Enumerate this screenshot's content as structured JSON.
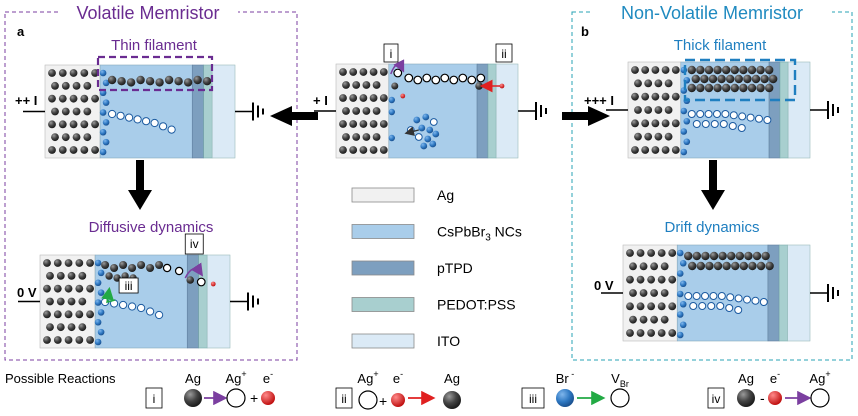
{
  "panel_a": {
    "title": "Volatile Memristor",
    "letter": "a",
    "top_label": "Thin filament",
    "top_bias": "++ I",
    "bottom_label": "Diffusive dynamics",
    "bottom_bias": "0 V",
    "markers": [
      "iii",
      "iv"
    ]
  },
  "center": {
    "bias": "+ I",
    "markers": [
      "i",
      "ii"
    ]
  },
  "panel_b": {
    "title": "Non-Volatile Memristor",
    "letter": "b",
    "top_label": "Thick filament",
    "top_bias": "+++ I",
    "bottom_label": "Drift dynamics",
    "bottom_bias": "0 V"
  },
  "legend": [
    {
      "label": "Ag",
      "color": "#f1f1f1"
    },
    {
      "label": "CsPbBr",
      "sub": "3",
      "suffix": " NCs",
      "color": "#a9cdea"
    },
    {
      "label": "pTPD",
      "color": "#7d9fbf"
    },
    {
      "label": "PEDOT:PSS",
      "color": "#a8cfcf"
    },
    {
      "label": "ITO",
      "color": "#dbeaf6"
    }
  ],
  "reactions": {
    "title": "Possible Reactions",
    "items": [
      {
        "id": "i",
        "lhs": "Ag",
        "rhs": "Ag",
        "rhs_sup": "+",
        "extra": "e",
        "extra_sup": "-"
      },
      {
        "id": "ii",
        "lhs": "Ag",
        "lhs_sup": "+",
        "mid": "e",
        "mid_sup": "-",
        "rhs": "Ag"
      },
      {
        "id": "iii",
        "lhs": "Br",
        "lhs_sup": " -",
        "rhs": "V",
        "rhs_sub": "Br"
      },
      {
        "id": "iv",
        "lhs": "Ag",
        "mid": "e",
        "mid_sup": "-",
        "rhs": "Ag",
        "rhs_sup": "+"
      }
    ]
  },
  "colors": {
    "panel_a_border": "#7b3fa0",
    "panel_b_border": "#2aa3b5",
    "panel_a_title": "#6a2c91",
    "panel_b_title": "#1f8ac0",
    "label_a": "#6a2c91",
    "label_b": "#1f7fc0",
    "filament_box_a": "#6a2c91",
    "filament_box_b": "#1f7fc0",
    "ag_particle": "#404040",
    "ion": "#2e78c2",
    "electron": "#e02020",
    "arrow_purple": "#7b3fa0",
    "arrow_red": "#e02020",
    "arrow_green": "#22aa44"
  }
}
